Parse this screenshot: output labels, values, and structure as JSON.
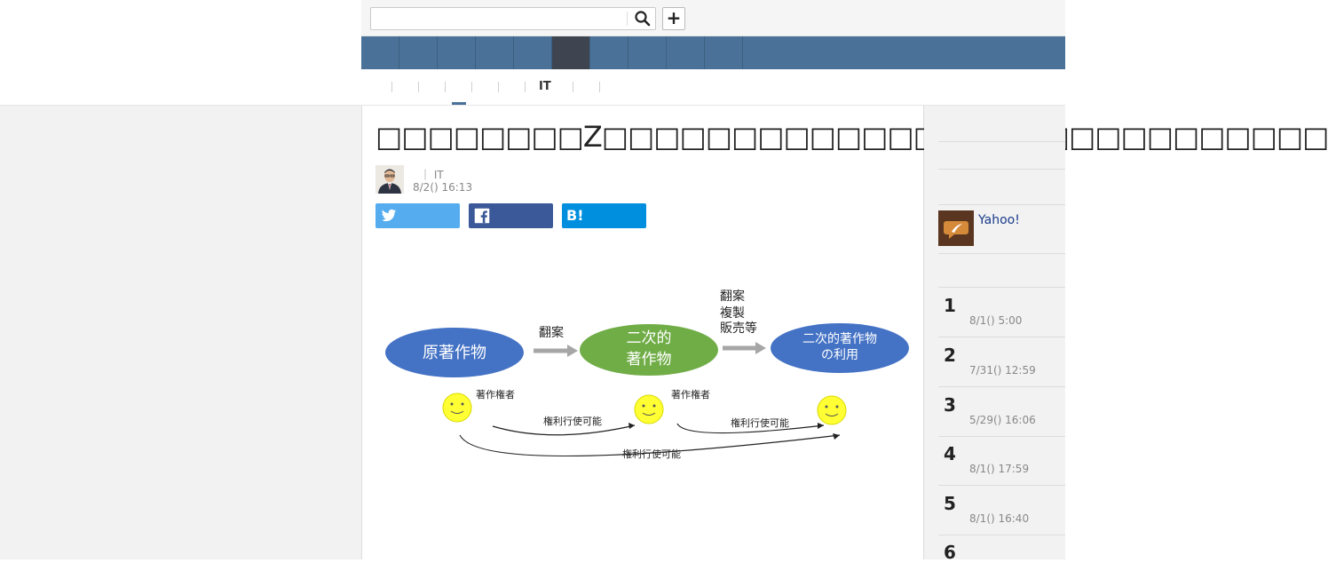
{
  "header": {
    "search": {
      "value": "",
      "placeholder": ""
    },
    "search_icon": "search-icon",
    "add_label": "+"
  },
  "nav": {
    "tabs_count": 10,
    "active_tab_index": 5
  },
  "subnav": {
    "active_label": "IT"
  },
  "article": {
    "title": "□□□□□□□□Z□□□□□□□□□□□□□□□□□□□□□□□□□□□□",
    "author_meta": "｜ IT",
    "date": "8/2() 16:13",
    "share": {
      "twitter_icon": "twitter-icon",
      "facebook_icon": "facebook-icon",
      "hatena_label": "B!"
    }
  },
  "diagram": {
    "node_original": "原著作物",
    "arrow1_label": "翻案",
    "node_derivative_line1": "二次的",
    "node_derivative_line2": "著作物",
    "arrow2_label_line1": "翻案",
    "arrow2_label_line2": "複製",
    "arrow2_label_line3": "販売等",
    "node_use_line1": "二次的著作物",
    "node_use_line2": "の利用",
    "holder1": "著作権者",
    "holder2": "著作権者",
    "right1": "権利行使可能",
    "right2": "権利行使可能",
    "right3": "権利行使可能",
    "colors": {
      "blue": "#4472c4",
      "green": "#70ad47",
      "smiley": "#ffff33"
    }
  },
  "sidebar": {
    "yahoo_label": "Yahoo!",
    "ranking": [
      {
        "rank": "1",
        "date": "8/1() 5:00"
      },
      {
        "rank": "2",
        "date": "7/31() 12:59"
      },
      {
        "rank": "3",
        "date": "5/29() 16:06"
      },
      {
        "rank": "4",
        "date": "8/1() 17:59"
      },
      {
        "rank": "5",
        "date": "8/1() 16:40"
      },
      {
        "rank": "6",
        "date": ""
      }
    ]
  }
}
